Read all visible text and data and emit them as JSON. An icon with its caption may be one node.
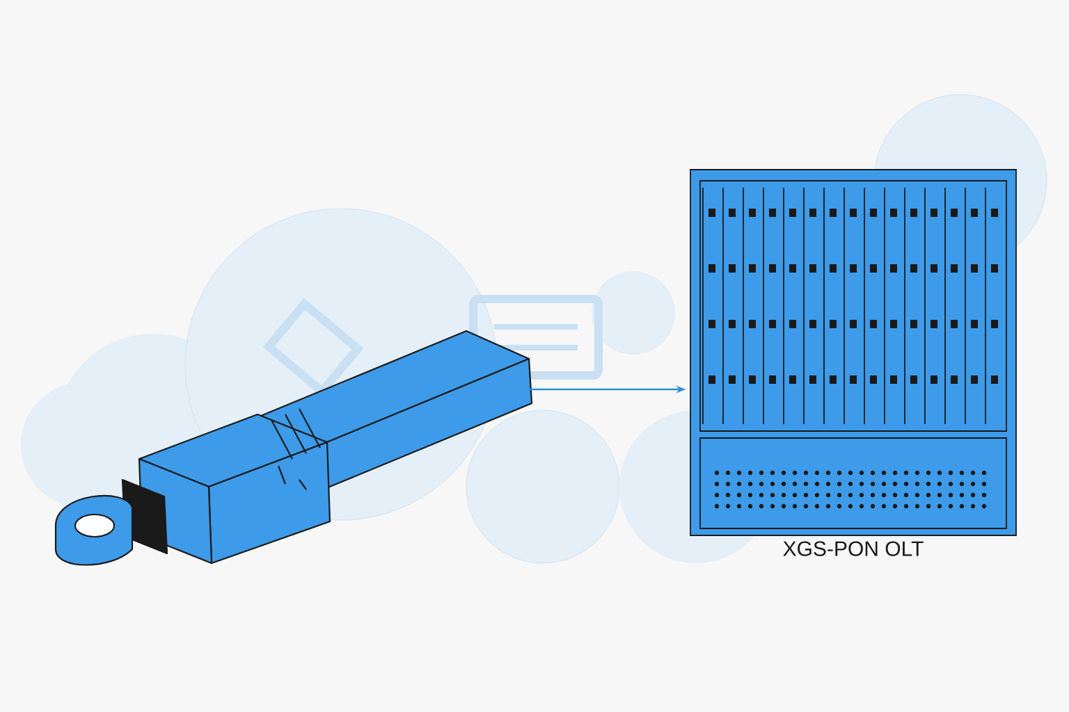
{
  "diagram": {
    "nodes": [
      {
        "text": [],
        "shape": "picture"
      },
      {
        "text": [
          "XGS-PON OLT"
        ]
      }
    ],
    "edges": [
      {
        "from": 0,
        "to": 1,
        "arrow": "to"
      }
    ]
  }
}
